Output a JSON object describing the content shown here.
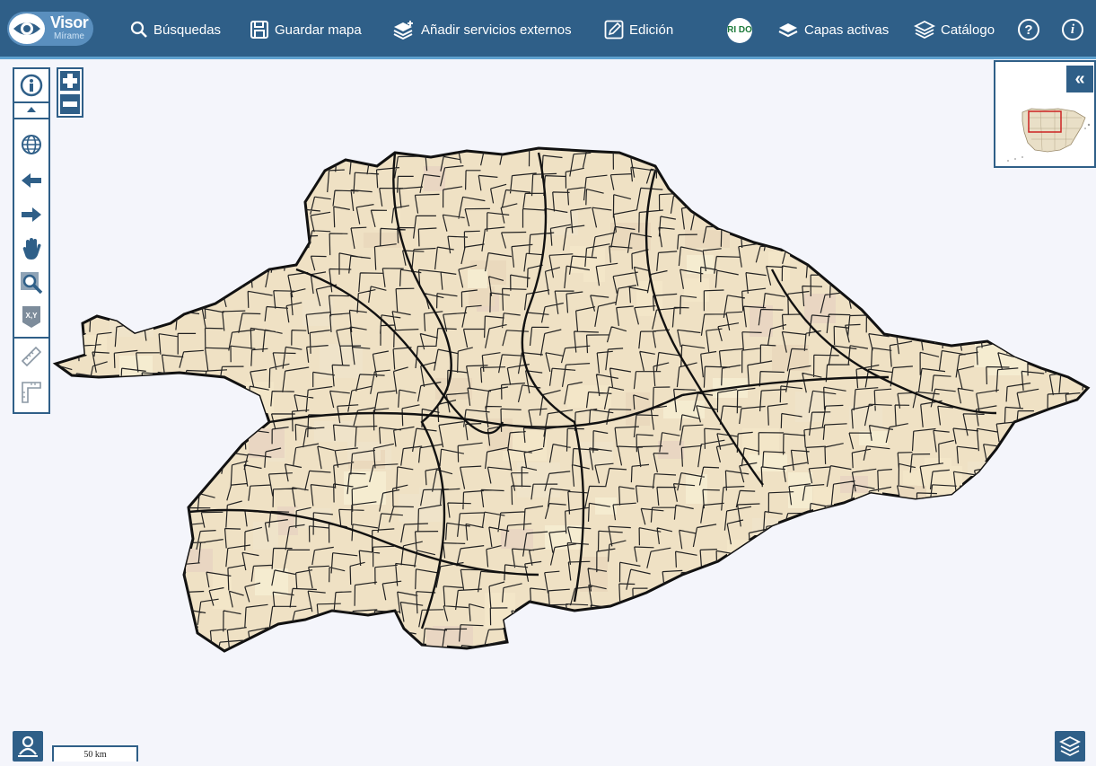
{
  "header": {
    "logo_title": "Visor",
    "logo_subtitle": "Mírame",
    "nav": {
      "search": "Búsquedas",
      "save_map": "Guardar mapa",
      "external": "Añadir servicios externos",
      "edit": "Edición",
      "active_layers": "Capas activas",
      "catalog": "Catálogo"
    },
    "rido_badge": "RI DO",
    "help_icon": "?",
    "info_icon": "i"
  },
  "minimap": {
    "collapse_label": "«"
  },
  "scale": {
    "label": "50 km"
  },
  "colors": {
    "primary": "#2f5f88",
    "accent": "#5fa2d0",
    "map_fill": "#efe1c4",
    "map_border": "#1a1a1a",
    "background": "#f4f5fb",
    "minimap_extent": "#cc2222"
  }
}
